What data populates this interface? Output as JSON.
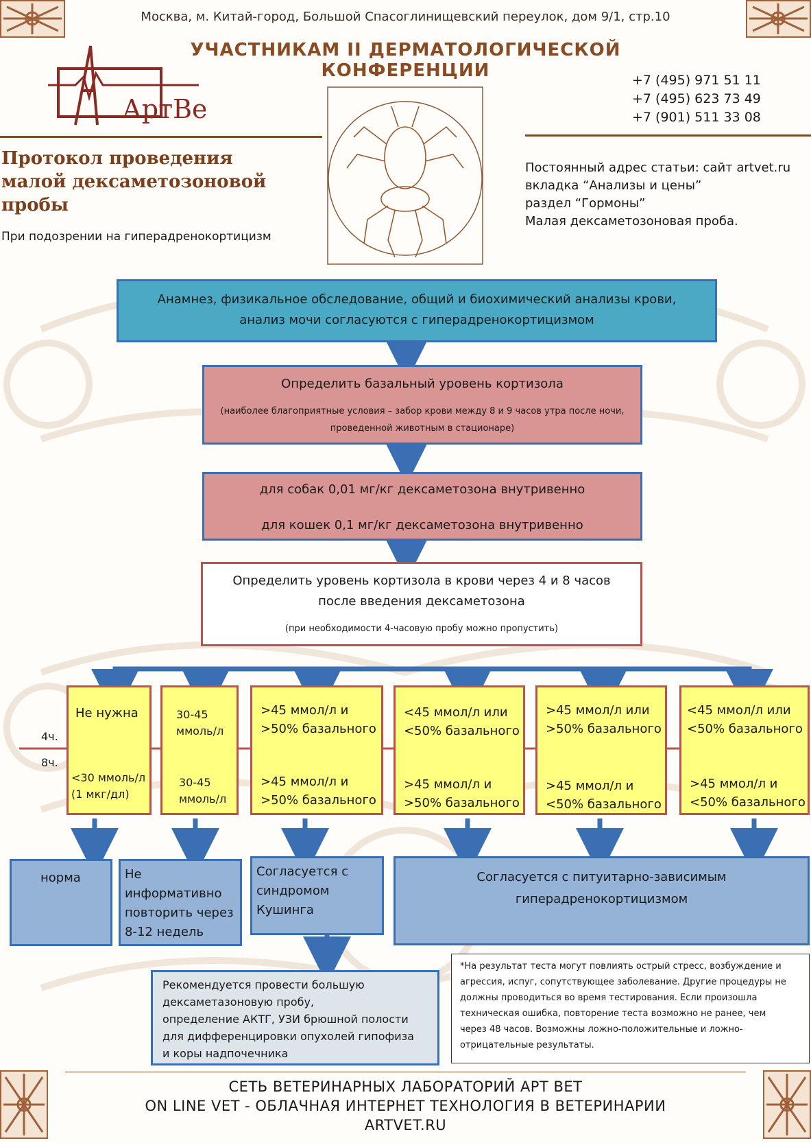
{
  "header": {
    "address": "Москва, м. Китай-город,  Большой Спасоглинищевский переулок, дом 9/1, стр.10",
    "conference": "УЧАСТНИКАМ II ДЕРМАТОЛОГИЧЕСКОЙ КОНФЕРЕНЦИИ",
    "logo_text": "АртВет",
    "phones": [
      "+7 (495) 971 51 11",
      "+7 (495) 623 73 49",
      "+7 (901) 511 33 08"
    ]
  },
  "document": {
    "title_lines": [
      "Протокол проведения",
      "малой дексаметозоновой",
      "пробы"
    ],
    "subtitle": "При подозрении на гиперадренокортицизм",
    "permalink_lines": [
      "Постоянный адрес статьи: сайт artvet.ru",
      "вкладка “Анализы и цены”",
      "раздел “Гормоны”",
      "Малая дексаметозоновая проба."
    ]
  },
  "flow": {
    "step1": [
      "Анамнез, физикальное обследование, общий и биохимический анализы крови,",
      "анализ мочи согласуются с гиперадренокортицизмом"
    ],
    "step2": {
      "main": "Определить базальный уровень кортизола",
      "note": [
        "(наиболее благоприятные условия – забор крови между 8 и 9 часов утра после ночи,",
        "проведенной животным в стационаре)"
      ]
    },
    "step3": [
      "для собак 0,01 мг/кг дексаметозона внутривенно",
      "для кошек 0,1 мг/кг дексаметозона внутривенно"
    ],
    "step4": {
      "main": [
        "Определить уровень кортизола в крови через 4 и 8 часов",
        "после введения дексаметозона"
      ],
      "note": "(при необходимости 4-часовую пробу можно пропустить)"
    },
    "row_labels": {
      "h4": "4ч.",
      "h8": "8ч."
    },
    "columns": [
      {
        "h4": [
          "Не нужна"
        ],
        "h8": [
          "<30 ммоль/л",
          "(1 мкг/дл)"
        ]
      },
      {
        "h4": [
          "30-45",
          "ммоль/л"
        ],
        "h8": [
          "30-45",
          "ммоль/л"
        ]
      },
      {
        "h4": [
          ">45 ммол/л и",
          ">50% базального"
        ],
        "h8": [
          ">45 ммол/л и",
          ">50% базального"
        ]
      },
      {
        "h4": [
          "<45 ммол/л или",
          "<50% базального"
        ],
        "h8": [
          ">45 ммол/л и",
          ">50% базального"
        ]
      },
      {
        "h4": [
          ">45 ммол/л или",
          ">50% базального"
        ],
        "h8": [
          ">45 ммол/л и",
          "<50% базального"
        ]
      },
      {
        "h4": [
          "<45 ммол/л или",
          "<50% базального"
        ],
        "h8": [
          ">45 ммол/л и",
          "<50% базального"
        ]
      }
    ],
    "results": {
      "normal": "норма",
      "uninformative": [
        "Не",
        "информативно",
        "повторить через",
        "8-12 недель"
      ],
      "cushing": [
        "Согласуется с",
        "синдромом",
        "Кушинга"
      ],
      "pituitary": [
        "Согласуется с питуитарно-зависимым",
        "гиперадренокортицизмом"
      ]
    },
    "recommendation": [
      "Рекомендуется провести большую",
      "дексаметазоновую пробу,",
      "определение АКТГ, УЗИ брюшной полости",
      "для дифференцировки опухолей гипофиза",
      "и коры надпочечника"
    ],
    "footnote": [
      "*На результат теста могут повлиять острый стресс, возбуждение и",
      "агрессия, испуг, сопутствующее заболевание. Другие процедуры не",
      "должны проводиться во время тестирования. Если произошла",
      "техническая ошибка, повторение теста возможно не ранее, чем",
      "через 48 часов. Возможны ложно-положительные и ложно-",
      "отрицательные результаты."
    ]
  },
  "footer": [
    "СЕТЬ ВЕТЕРИНАРНЫХ ЛАБОРАТОРИЙ АРТ ВЕТ",
    "ON LINE VET - ОБЛАЧНАЯ ИНТЕРНЕТ ТЕХНОЛОГИЯ В ВЕТЕРИНАРИИ",
    "ARTVET.RU"
  ],
  "colors": {
    "brown": "#7b4b2a",
    "teal": "#4aaac5",
    "pink": "#d99594",
    "yellow": "#ffff80",
    "blue": "#95b3d7",
    "arrow": "#3b6fb4",
    "red": "#c0504d"
  }
}
